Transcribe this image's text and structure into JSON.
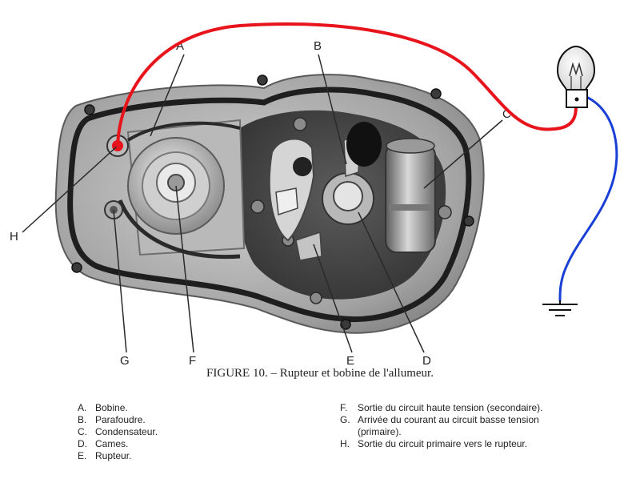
{
  "callouts": {
    "A": "A",
    "B": "B",
    "C": "C",
    "D": "D",
    "E": "E",
    "F": "F",
    "G": "G",
    "H": "H"
  },
  "caption": "FIGURE 10. – Rupteur et bobine de l'allumeur.",
  "legend_left": [
    {
      "key": "A.",
      "text": "Bobine."
    },
    {
      "key": "B.",
      "text": "Parafoudre."
    },
    {
      "key": "C.",
      "text": "Condensateur."
    },
    {
      "key": "D.",
      "text": "Cames."
    },
    {
      "key": "E.",
      "text": "Rupteur."
    }
  ],
  "legend_right": [
    {
      "key": "F.",
      "text": "Sortie du circuit haute tension (secondaire)."
    },
    {
      "key": "G.",
      "text": "Arrivée du courant au circuit basse tension (primaire)."
    },
    {
      "key": "H.",
      "text": "Sortie du circuit primaire vers le rupteur."
    }
  ],
  "colors": {
    "wire_positive": "#e8141c",
    "wire_ground": "#1a3fd6",
    "housing": "#9a9a9a",
    "ink": "#222222"
  },
  "icons": [
    "bulb-icon",
    "ground-symbol-icon"
  ]
}
